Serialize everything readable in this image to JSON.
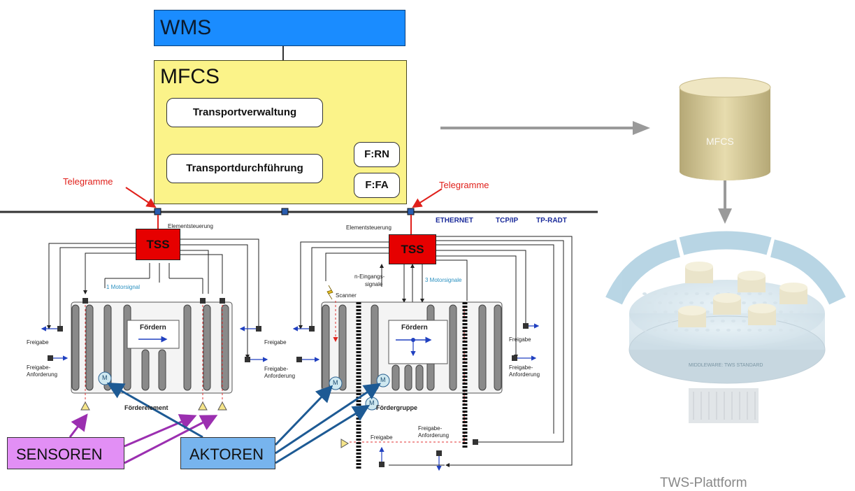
{
  "top": {
    "wms_label": "WMS",
    "mfcs_title": "MFCS",
    "transportverwaltung": "Transportverwaltung",
    "transportdurchfuehrung": "Transportdurchführung",
    "f_rn": "F:RN",
    "f_fa": "F:FA"
  },
  "telegram_left": "Telegramme",
  "telegram_right": "Telegramme",
  "network": {
    "ethernet": "ETHERNET",
    "tcpip": "TCP/IP",
    "tpradt": "TP-RADT"
  },
  "left_group": {
    "tss": "TSS",
    "elementsteuerung": "Elementsteuerung",
    "motorsignal": "1 Motorsignal",
    "foerdern": "Fördern",
    "freigabe": "Freigabe",
    "freigabe_anf_1": "Freigabe-",
    "freigabe_anf_2": "Anforderung",
    "caption": "Förderelement",
    "motor": "M"
  },
  "right_group": {
    "tss": "TSS",
    "elementsteuerung": "Elementsteuerung",
    "eingang_1": "n-Eingangs-",
    "eingang_2": "signale",
    "motorsignale": "3 Motorsignale",
    "scanner": "Scanner",
    "foerdern": "Fördern",
    "freigabe_left": "Freigabe",
    "anf_left_1": "Freigabe-",
    "anf_left_2": "Anforderung",
    "freigabe_right": "Freigabe",
    "anf_right_1": "Freigabe-",
    "anf_right_2": "Anforderung",
    "caption": "Fördergruppe",
    "bottom_freigabe": "Freigabe",
    "bottom_anf_1": "Freigabe-",
    "bottom_anf_2": "Anforderung",
    "motor": "M"
  },
  "sensoren": "SENSOREN",
  "aktoren": "AKTOREN",
  "platform": {
    "mfcs_cyl": "MFCS",
    "middleware": "MIDDLEWARE: TWS STANDARD",
    "caption": "TWS-Plattform"
  },
  "colors": {
    "wms": "#1a8cff",
    "mfcs": "#fbf389",
    "tss": "#e60000",
    "telegram": "#e0201b",
    "network_text": "#1a2a9a",
    "sensoren": "#e28ff5",
    "sensor_arrow": "#9b2fb0",
    "aktoren": "#77b4ee",
    "aktor_arrow": "#1d5a94",
    "grey_arrow": "#9a9a9a"
  }
}
